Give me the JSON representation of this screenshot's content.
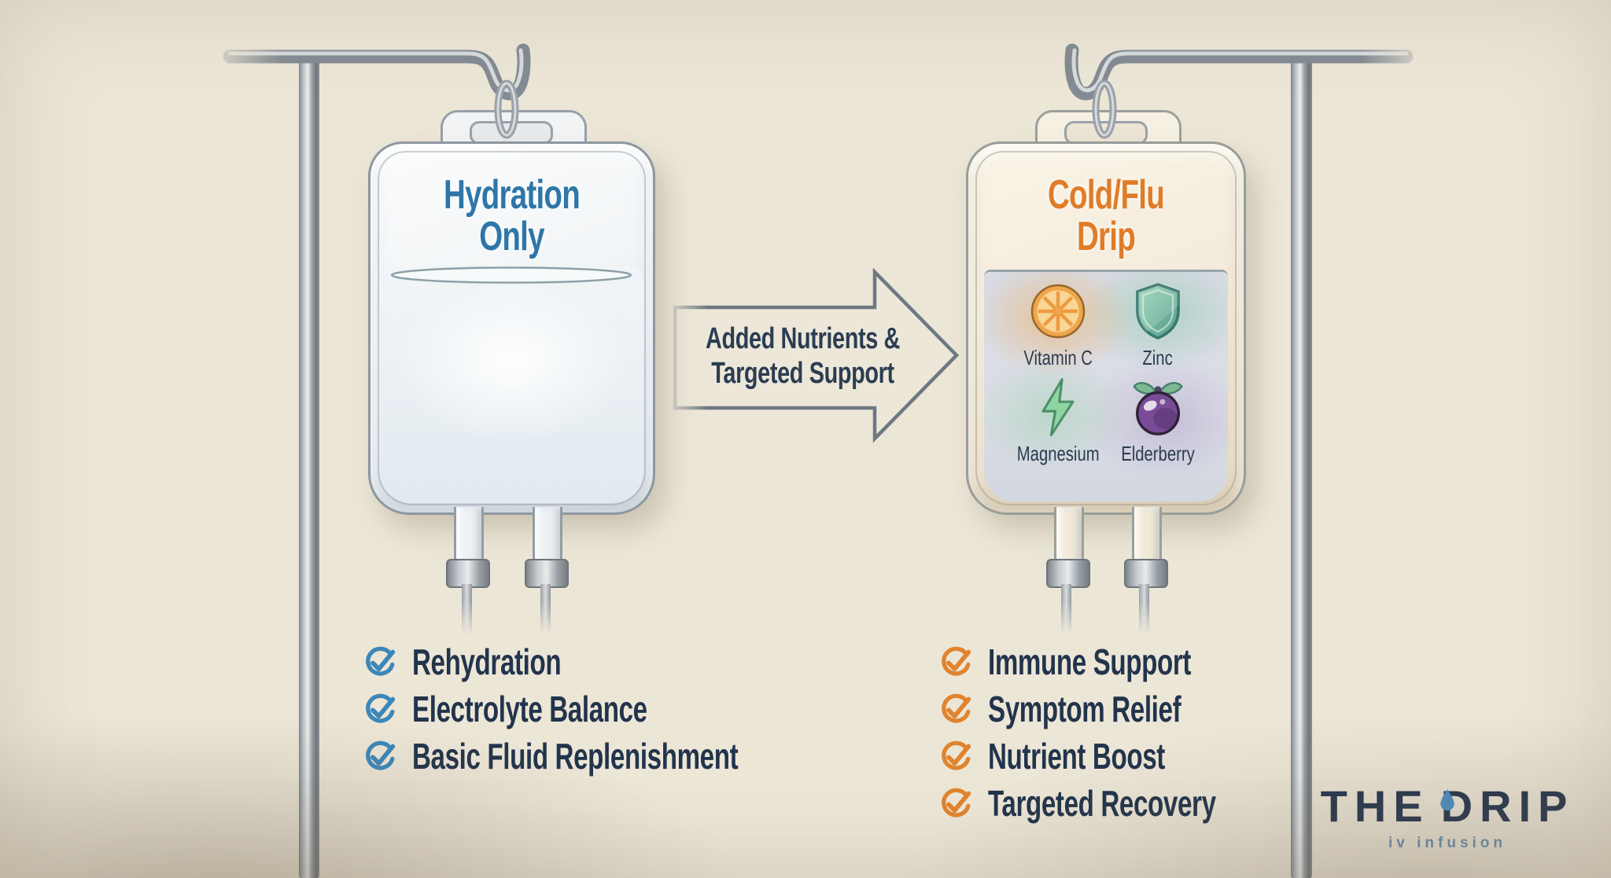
{
  "left_bag": {
    "title": {
      "line1": "Hydration",
      "line2": "Only"
    },
    "title_color": "#2e76a8"
  },
  "right_bag": {
    "title": {
      "line1": "Cold/Flu",
      "line2": "Drip"
    },
    "title_color": "#e07c28",
    "ingredients": [
      {
        "name": "Vitamin C",
        "icon": "orange-slice-icon"
      },
      {
        "name": "Zinc",
        "icon": "shield-icon"
      },
      {
        "name": "Magnesium",
        "icon": "lightning-bolt-icon"
      },
      {
        "name": "Elderberry",
        "icon": "elderberry-icon"
      }
    ]
  },
  "arrow": {
    "line1": "Added Nutrients &",
    "line2": "Targeted Support"
  },
  "checklist_left": {
    "check_color": "#3c87b9",
    "items": [
      "Rehydration",
      "Electrolyte Balance",
      "Basic Fluid Replenishment"
    ]
  },
  "checklist_right": {
    "check_color": "#e0842f",
    "items": [
      "Immune Support",
      "Symptom Relief",
      "Nutrient Boost",
      "Targeted Recovery"
    ]
  },
  "logo": {
    "word1": "THE",
    "word2": "DRIP",
    "tagline": "iv infusion",
    "drop_color": "#4a90c6"
  },
  "colors": {
    "background": "#ece6d7",
    "text_navy": "#22344c",
    "arrow_outline": "#6e7883",
    "pole_gray": "#9aa1a7",
    "bag_outline": "#8d97a0",
    "left_fluid": "#e9eff3",
    "right_shell": "#f4ecdb",
    "right_fluid": "#d8dbe4",
    "logo_navy": "#26374f",
    "tagline_blue": "#6b90b2"
  }
}
